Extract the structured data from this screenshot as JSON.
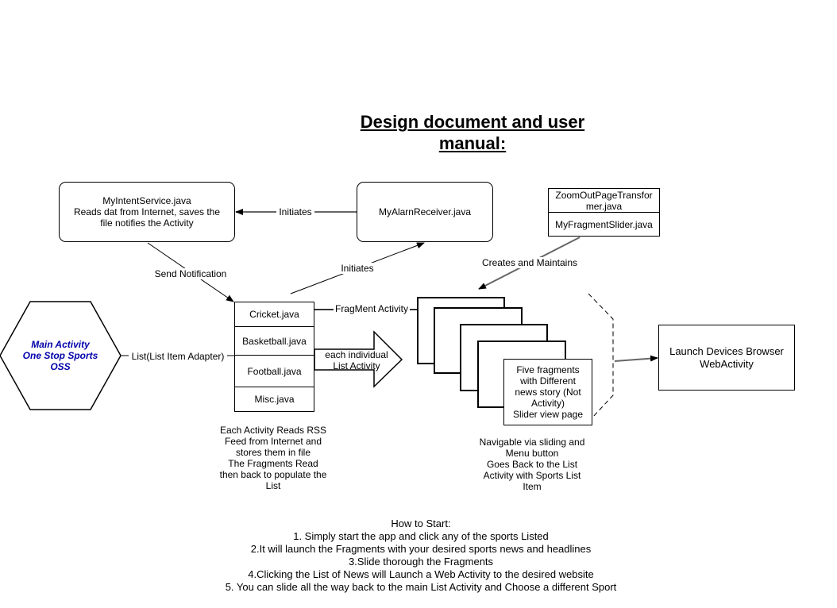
{
  "title": {
    "line1": "Design document and user",
    "line2": "manual:"
  },
  "nodes": {
    "intent_service": {
      "line1": "MyIntentService.java",
      "line2": "Reads dat from Internet, saves the",
      "line3": "file notifies the Activity"
    },
    "alarm_receiver": "MyAlarnReceiver.java",
    "zoom_transformer": {
      "line1": "ZoomOutPageTransfor",
      "line2": "mer.java"
    },
    "fragment_slider": "MyFragmentSlider.java",
    "main_activity": {
      "line1": "Main Activity",
      "line2": "One Stop Sports",
      "line3": "OSS"
    },
    "sports_list": [
      "Cricket.java",
      "Basketball.java",
      "Football.java",
      "Misc.java"
    ],
    "fragments": {
      "line1": "Five fragments",
      "line2": "with Different",
      "line3": "news story (Not",
      "line4": "Activity)",
      "line5": "Slider view page"
    },
    "browser": {
      "line1": "Launch Devices Browser",
      "line2": "WebActivity"
    }
  },
  "edge_labels": {
    "initiates_top": "Initiates",
    "initiates_mid": "Initiates",
    "send_notification": "Send Notification",
    "fragment_activity": "FragMent Activity",
    "list_adapter": "List(List Item Adapter)",
    "each_individual": {
      "line1": "each individual",
      "line2": "List Activity"
    },
    "creates_maintains": "Creates and Maintains"
  },
  "notes": {
    "rss": [
      "Each Activity Reads RSS",
      "Feed from Internet and",
      "stores them in file",
      "The Fragments Read",
      "then back to populate the",
      "List"
    ],
    "navigable": [
      "Navigable via sliding and",
      "Menu button",
      "Goes Back to the List",
      "Activity with Sports List",
      "Item"
    ]
  },
  "how_to": {
    "heading": "How to Start:",
    "steps": [
      "1. Simply start the app and click any of the sports Listed",
      "2.It will launch the Fragments with your desired sports news and headlines",
      "3.Slide thorough the Fragments",
      "4.Clicking the List of News will Launch a Web Activity to the desired website",
      "5. You can slide all the way back to the main List Activity and Choose a different Sport"
    ]
  },
  "colors": {
    "line": "#000000",
    "connector": "#555555",
    "main_text": "#0000aa"
  }
}
